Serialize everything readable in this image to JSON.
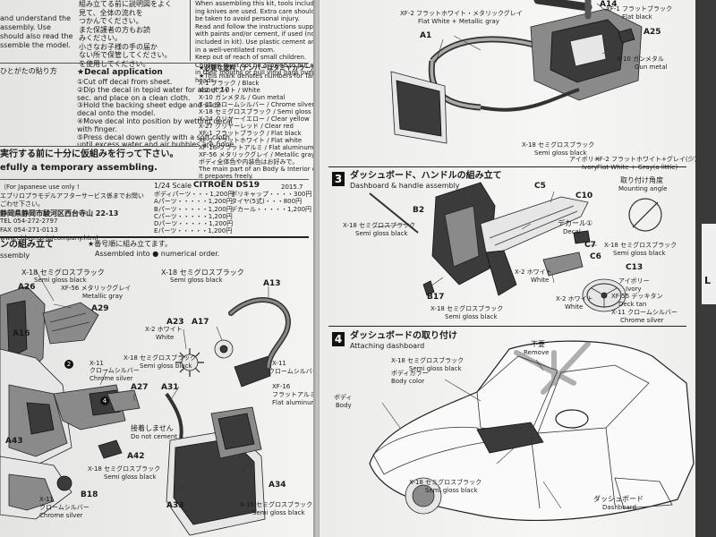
{
  "left_page": {
    "top_text_en_lines": [
      "and understand the",
      "assembly. Use",
      "should also read the",
      "ssemble the model."
    ],
    "top_text_jp_lines": [
      "組み立てる前に説明図をよく",
      "見て、全体の流れを",
      "つかんでください。",
      "また保護者の方もお読",
      "みください。",
      "小さなお子様の手の届か",
      "ない所で保管してください。",
      "を使用してください。"
    ],
    "warning_en_lines": [
      "When assembling this kit, tools includ",
      "ing knives are used. Extra care should",
      "be taken to avoid personal injury.",
      "Read and follow the instructions supplied",
      "with paints and/or cement, if used (not",
      "included in kit). Use plastic cement and paints",
      "in a well-ventilated room.",
      "Keep out of reach of small children.",
      "Children must not be allowed to put any parts",
      "in their mouths or pull vinyl bags over their",
      "heads."
    ],
    "decal_label": "ひとがたの貼り方",
    "decal_title": "★Decal application",
    "decal_steps": [
      "①Cut off decal from sheet.",
      "②Dip the decal in tepid water for about 10",
      "sec. and place on a clean cloth.",
      "③Hold the backing sheet edge and slide",
      "decal onto the model.",
      "④Move decal into position by wetting decal",
      "with finger.",
      "⑤Press decal down gently with a soft cloth",
      "until excess water and air bubbles are gone."
    ],
    "paint_title": "★必要な塗料（ナンバーはタミヤカラー）",
    "paint_subtitle": "★This mark denotes numbers for Tamiya Paint colors.",
    "paints": [
      "X-1 ブラック / Black",
      "X-2 ホワイト / White",
      "X-10 ガンメタル / Gun metal",
      "X-11 クロームシルバー / Chrome silver",
      "X-18 セミグロスブラック / Semi gloss black",
      "X-24 クリヤーイエロー / Clear yellow",
      "X-27 クリヤーレッド / Clear red",
      "XF-1 フラットブラック / Flat black",
      "XF-2 フラットホワイト / Flat white",
      "XF-16 フラットアルミ / Flat aluminum",
      "XF-56 メタリックグレイ / Metallic gray"
    ],
    "paint_note_lines": [
      "ボディ全体色や内装色はお好みで。",
      "The main part of an Body & Interior color",
      "it prepares freely."
    ],
    "left_notice": [
      "実行する前に十分に仮組みを行って下さい。",
      "efully a temporary assembling."
    ],
    "scale_label": "1/24 Scale",
    "model_name": "CITROËN DS19",
    "year": "2015.7",
    "price_lines": [
      "ボディパーツ・・・1,200円",
      "Aパーツ・・・・・1,200円",
      "Bパーツ・・・・・1,200円",
      "Cパーツ・・・・・1,200円",
      "Dパーツ・・・・・1,200円",
      "Eパーツ・・・・・1,200円"
    ],
    "price_lines_right": [
      "ポリキャップ・・・・300円",
      "タイヤ(5式)・・・800円",
      "デカール・・・・・1,200円"
    ],
    "company_lines": [
      "（For Japanese use only !",
      "エブリロプラモデルアフターサービス係までお問い",
      "ごわせ下さい。",
      "静岡県静岡市駿河区西台寺山 22-13",
      "TEL 054-272-2797",
      "FAX 054-271-0113",
      "www.ebbro.co.jp/company.html"
    ],
    "step_header_jp": "ンの組み立て",
    "step_header_en": "ssembly",
    "order_note_jp": "★番号順に組み立てます。",
    "order_note_en": "Assembled into ● numerical order.",
    "labels": {
      "a26": "A26",
      "a16": "A16",
      "a29": "A29",
      "a23": "A23",
      "a17": "A17",
      "a13": "A13",
      "a27": "A27",
      "a31": "A31",
      "a42": "A42",
      "b18": "B18",
      "a33": "A33",
      "a34": "A34",
      "a43": "A43"
    },
    "callouts": {
      "x18_top_jp": "X-18 セミグロスブラック",
      "x18_top_en": "Semi gloss black",
      "xf56_jp": "XF-56 メタリックグレイ",
      "xf56_en": "Metallic gray",
      "x18_mid_jp": "X-18 セミグロスブラック",
      "x18_mid_en": "Semi gloss black",
      "x2_jp": "X-2 ホワイト",
      "x2_en": "White",
      "x11_jp": "X-11",
      "x11_jp2": "クロームシルバー",
      "x11_en": "Chrome silver",
      "x18_b_jp": "X-18 セミグロスブラック",
      "x18_b_en": "Semi gloss black",
      "x11_r_jp": "X-11",
      "x11_r_jp2": "クロームシルバー",
      "xf16_jp": "XF-16",
      "xf16_jp2": "フラットアルミ",
      "xf16_en": "Flat aluminum",
      "nocement_jp": "接着しません",
      "nocement_en": "Do not cement",
      "x18_low_jp": "X-18 セミグロスブラック",
      "x18_low_en": "Semi gloss black",
      "x11_low_jp": "X-11",
      "x11_low_jp2": "クロームシルバー",
      "x11_low_en": "Chrome silver",
      "x18_bot_jp": "X-18 セミグロスブラック",
      "x18_bot_en": "Semi gloss black"
    }
  },
  "right_page": {
    "top_labels": {
      "xf2_jp": "XF-2 フラットホワイト・メタリックグレイ",
      "xf2_en": "Flat White + Metallic gray",
      "a1": "A1",
      "a14": "A14",
      "xf1_jp": "XF-1 フラットブラック",
      "xf1_en": "Flat black",
      "a25": "A25",
      "x10_jp": "X-10 ガンメタル",
      "x10_en": "Gun metal"
    },
    "step3": {
      "number": "3",
      "title_jp": "ダッシュボード、ハンドルの組み立て",
      "title_en": "Dashboard & handle assembly",
      "x18_top_jp": "X-18 セミグロスブラック",
      "x18_top_en": "Semi gloss black",
      "ivory_jp": "アイボリー",
      "ivory_en": "Ivory",
      "xf2_mix_jp": "XF-2 フラットホワイト+グレイ(少)",
      "xf2_mix_en": "Flat White + Gray(a little)",
      "angle_jp": "取り付け角度",
      "angle_en": "Mounting angle",
      "c5": "C5",
      "c10": "C10",
      "b2": "B2",
      "c7": "C7",
      "c6": "C6",
      "c13": "C13",
      "b17": "B17",
      "decal_jp": "デカール①",
      "decal_en": "Decal",
      "x18_l_jp": "X-18 セミグロスブラック",
      "x18_l_en": "Semi gloss black",
      "x18_r_jp": "X-18 セミグロスブラック",
      "x18_r_en": "Semi gloss black",
      "x2_jp": "X-2 ホワイト",
      "x2_en": "White",
      "ivory2_jp": "アイボリー",
      "ivory2_en": "Ivory",
      "x2b_jp": "X-2 ホワイト",
      "x2b_en": "White",
      "xf55_jp": "XF-55 デッキタン",
      "xf55_en": "Deck tan",
      "x11_jp": "X-11 クロームシルバー",
      "x11_en": "Chrome silver",
      "x18_b_jp": "X-18 セミグロスブラック",
      "x18_b_en": "Semi gloss black"
    },
    "step4": {
      "number": "4",
      "title_jp": "ダッシュボードの取り付け",
      "title_en": "Attaching dashboard",
      "remove_jp": "不要",
      "remove_en": "Remove",
      "x18_jp": "X-18 セミグロスブラック",
      "x18_en": "Semi gloss black",
      "bodycolor_jp": "ボディカラー",
      "bodycolor_en": "Body color",
      "body_jp": "ボディ",
      "body_en": "Body",
      "x18_b_jp": "X-18 セミグロスブラック",
      "x18_b_en": "Semi gloss black",
      "dash_jp": "ダッシュボード",
      "dash_en": "Dashboard"
    }
  },
  "edge": {
    "letter_l": "L"
  }
}
